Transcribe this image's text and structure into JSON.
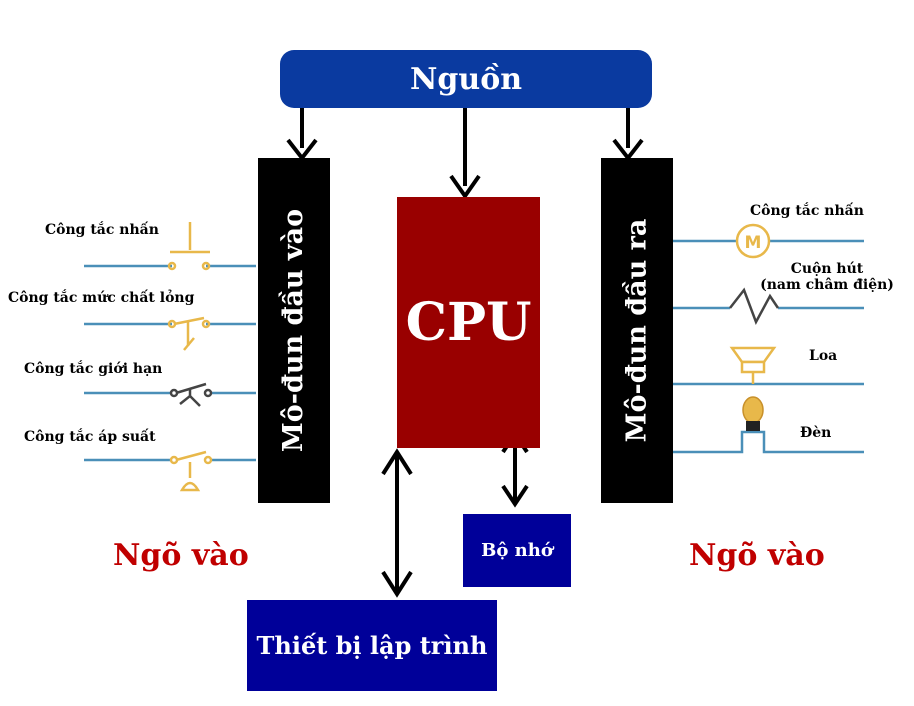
{
  "power": {
    "label": "Nguồn"
  },
  "input_module": {
    "label": "Mô-đun đầu vào"
  },
  "output_module": {
    "label": "Mô-đun đầu ra"
  },
  "cpu": {
    "label": "CPU"
  },
  "memory": {
    "label": "Bộ nhớ"
  },
  "programmer": {
    "label": "Thiết bị lập trình"
  },
  "inputs": {
    "title": "Ngõ vào",
    "push_button": "Công tắc nhấn",
    "level_switch": "Công tắc mức chất lỏng",
    "limit_switch": "Công tắc giới hạn",
    "pressure_switch": "Công tắc áp suất"
  },
  "outputs": {
    "title": "Ngõ vào",
    "motor": "Công tắc nhấn",
    "solenoid_line1": "Cuộn hút",
    "solenoid_line2": "(nam châm điện)",
    "speaker": "Loa",
    "lamp": "Đèn"
  },
  "colors": {
    "power_box": "#0a3aa0",
    "cpu_box": "#990000",
    "module_box": "#000000",
    "blue_box": "#000099",
    "wire": "#4a8fb8",
    "component": "#e8b84a",
    "title_red": "#c00000"
  }
}
